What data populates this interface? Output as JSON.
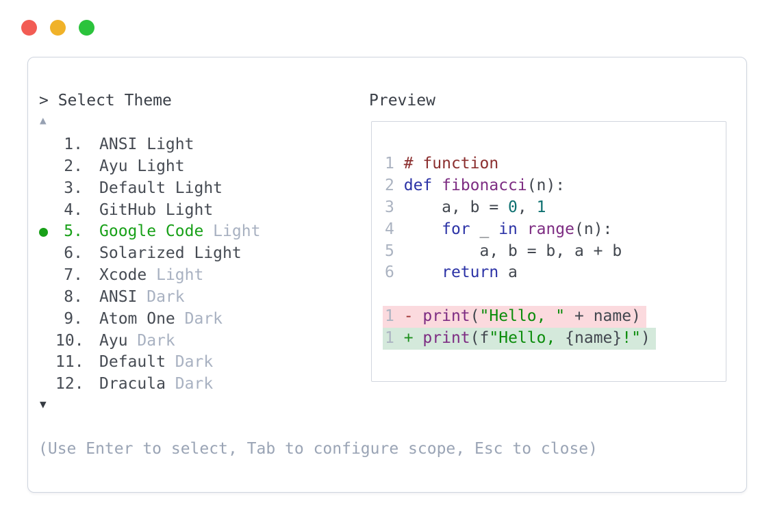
{
  "palette": {
    "tl-red": "#f25c54",
    "tl-yellow": "#f0b229",
    "tl-green": "#2bc33c",
    "window-border": "#ced4de",
    "box-border": "#d1d6de",
    "prompt-text": "#3a3f47",
    "text": "#464b53",
    "muted": "#a8b1c1",
    "help": "#9aa4b5",
    "line-num": "#abb3c1",
    "arrow-up": "#97a1b2",
    "arrow-down": "#363b42",
    "select-green": "#18a018",
    "code-plain": "#42474f",
    "comment": "#8b2f2f",
    "keyword": "#2c33a6",
    "title": "#7d2c82",
    "number": "#0e7070",
    "string": "#0b8c0b",
    "minus": "#9e3132",
    "plus": "#1d8f1d",
    "removed-bg": "#fbdade",
    "added-bg": "#d4e9db"
  },
  "traffic_lights": [
    "close",
    "minimize",
    "maximize"
  ],
  "selector": {
    "prompt": "> Select Theme",
    "scroll_up_symbol": "▲",
    "scroll_down_symbol": "▼",
    "items": [
      {
        "num": "1.",
        "selected": false,
        "segments": [
          {
            "text": "ANSI Light",
            "style": "name"
          }
        ]
      },
      {
        "num": "2.",
        "selected": false,
        "segments": [
          {
            "text": "Ayu Light",
            "style": "name"
          }
        ]
      },
      {
        "num": "3.",
        "selected": false,
        "segments": [
          {
            "text": "Default Light",
            "style": "name"
          }
        ]
      },
      {
        "num": "4.",
        "selected": false,
        "segments": [
          {
            "text": "GitHub Light",
            "style": "name"
          }
        ]
      },
      {
        "num": "5.",
        "selected": true,
        "segments": [
          {
            "text": "Google Code",
            "style": "match"
          },
          {
            "text": " Light",
            "style": "muted"
          }
        ]
      },
      {
        "num": "6.",
        "selected": false,
        "segments": [
          {
            "text": "Solarized Light",
            "style": "name"
          }
        ]
      },
      {
        "num": "7.",
        "selected": false,
        "segments": [
          {
            "text": "Xcode",
            "style": "name"
          },
          {
            "text": " Light",
            "style": "muted"
          }
        ]
      },
      {
        "num": "8.",
        "selected": false,
        "segments": [
          {
            "text": "ANSI",
            "style": "name"
          },
          {
            "text": " Dark",
            "style": "muted"
          }
        ]
      },
      {
        "num": "9.",
        "selected": false,
        "segments": [
          {
            "text": "Atom One",
            "style": "name"
          },
          {
            "text": " Dark",
            "style": "muted"
          }
        ]
      },
      {
        "num": "10.",
        "selected": false,
        "segments": [
          {
            "text": "Ayu",
            "style": "name"
          },
          {
            "text": " Dark",
            "style": "muted"
          }
        ]
      },
      {
        "num": "11.",
        "selected": false,
        "segments": [
          {
            "text": "Default",
            "style": "name"
          },
          {
            "text": " Dark",
            "style": "muted"
          }
        ]
      },
      {
        "num": "12.",
        "selected": false,
        "segments": [
          {
            "text": "Dracula",
            "style": "name"
          },
          {
            "text": " Dark",
            "style": "muted"
          }
        ]
      }
    ],
    "help": "(Use Enter to select, Tab to configure scope, Esc to close)"
  },
  "preview": {
    "label": "Preview",
    "lines": [
      {
        "type": "code",
        "num": "1",
        "tokens": [
          {
            "t": "# function",
            "c": "comment"
          }
        ]
      },
      {
        "type": "code",
        "num": "2",
        "tokens": [
          {
            "t": "def",
            "c": "keyword"
          },
          {
            "t": " ",
            "c": "plain"
          },
          {
            "t": "fibonacci",
            "c": "title"
          },
          {
            "t": "(n):",
            "c": "plain"
          }
        ]
      },
      {
        "type": "code",
        "num": "3",
        "tokens": [
          {
            "t": "    a, b = ",
            "c": "plain"
          },
          {
            "t": "0",
            "c": "number"
          },
          {
            "t": ", ",
            "c": "plain"
          },
          {
            "t": "1",
            "c": "number"
          }
        ]
      },
      {
        "type": "code",
        "num": "4",
        "tokens": [
          {
            "t": "    ",
            "c": "plain"
          },
          {
            "t": "for",
            "c": "keyword"
          },
          {
            "t": " _ ",
            "c": "plain"
          },
          {
            "t": "in",
            "c": "keyword"
          },
          {
            "t": " ",
            "c": "plain"
          },
          {
            "t": "range",
            "c": "title"
          },
          {
            "t": "(n):",
            "c": "plain"
          }
        ]
      },
      {
        "type": "code",
        "num": "5",
        "tokens": [
          {
            "t": "        a, b = b, a + b",
            "c": "plain"
          }
        ]
      },
      {
        "type": "code",
        "num": "6",
        "tokens": [
          {
            "t": "    ",
            "c": "plain"
          },
          {
            "t": "return",
            "c": "keyword"
          },
          {
            "t": " a",
            "c": "plain"
          }
        ]
      },
      {
        "type": "blank"
      },
      {
        "type": "removed",
        "num": "1",
        "tokens": [
          {
            "t": "- ",
            "c": "minus"
          },
          {
            "t": "print",
            "c": "title"
          },
          {
            "t": "(",
            "c": "plain"
          },
          {
            "t": "\"Hello, \"",
            "c": "string"
          },
          {
            "t": " + name)",
            "c": "plain"
          }
        ]
      },
      {
        "type": "added",
        "num": "1",
        "tokens": [
          {
            "t": "+ ",
            "c": "plus"
          },
          {
            "t": "print",
            "c": "title"
          },
          {
            "t": "(f",
            "c": "plain"
          },
          {
            "t": "\"Hello, ",
            "c": "string"
          },
          {
            "t": "{name}",
            "c": "plain"
          },
          {
            "t": "!\"",
            "c": "string"
          },
          {
            "t": ")",
            "c": "plain"
          }
        ]
      }
    ]
  }
}
